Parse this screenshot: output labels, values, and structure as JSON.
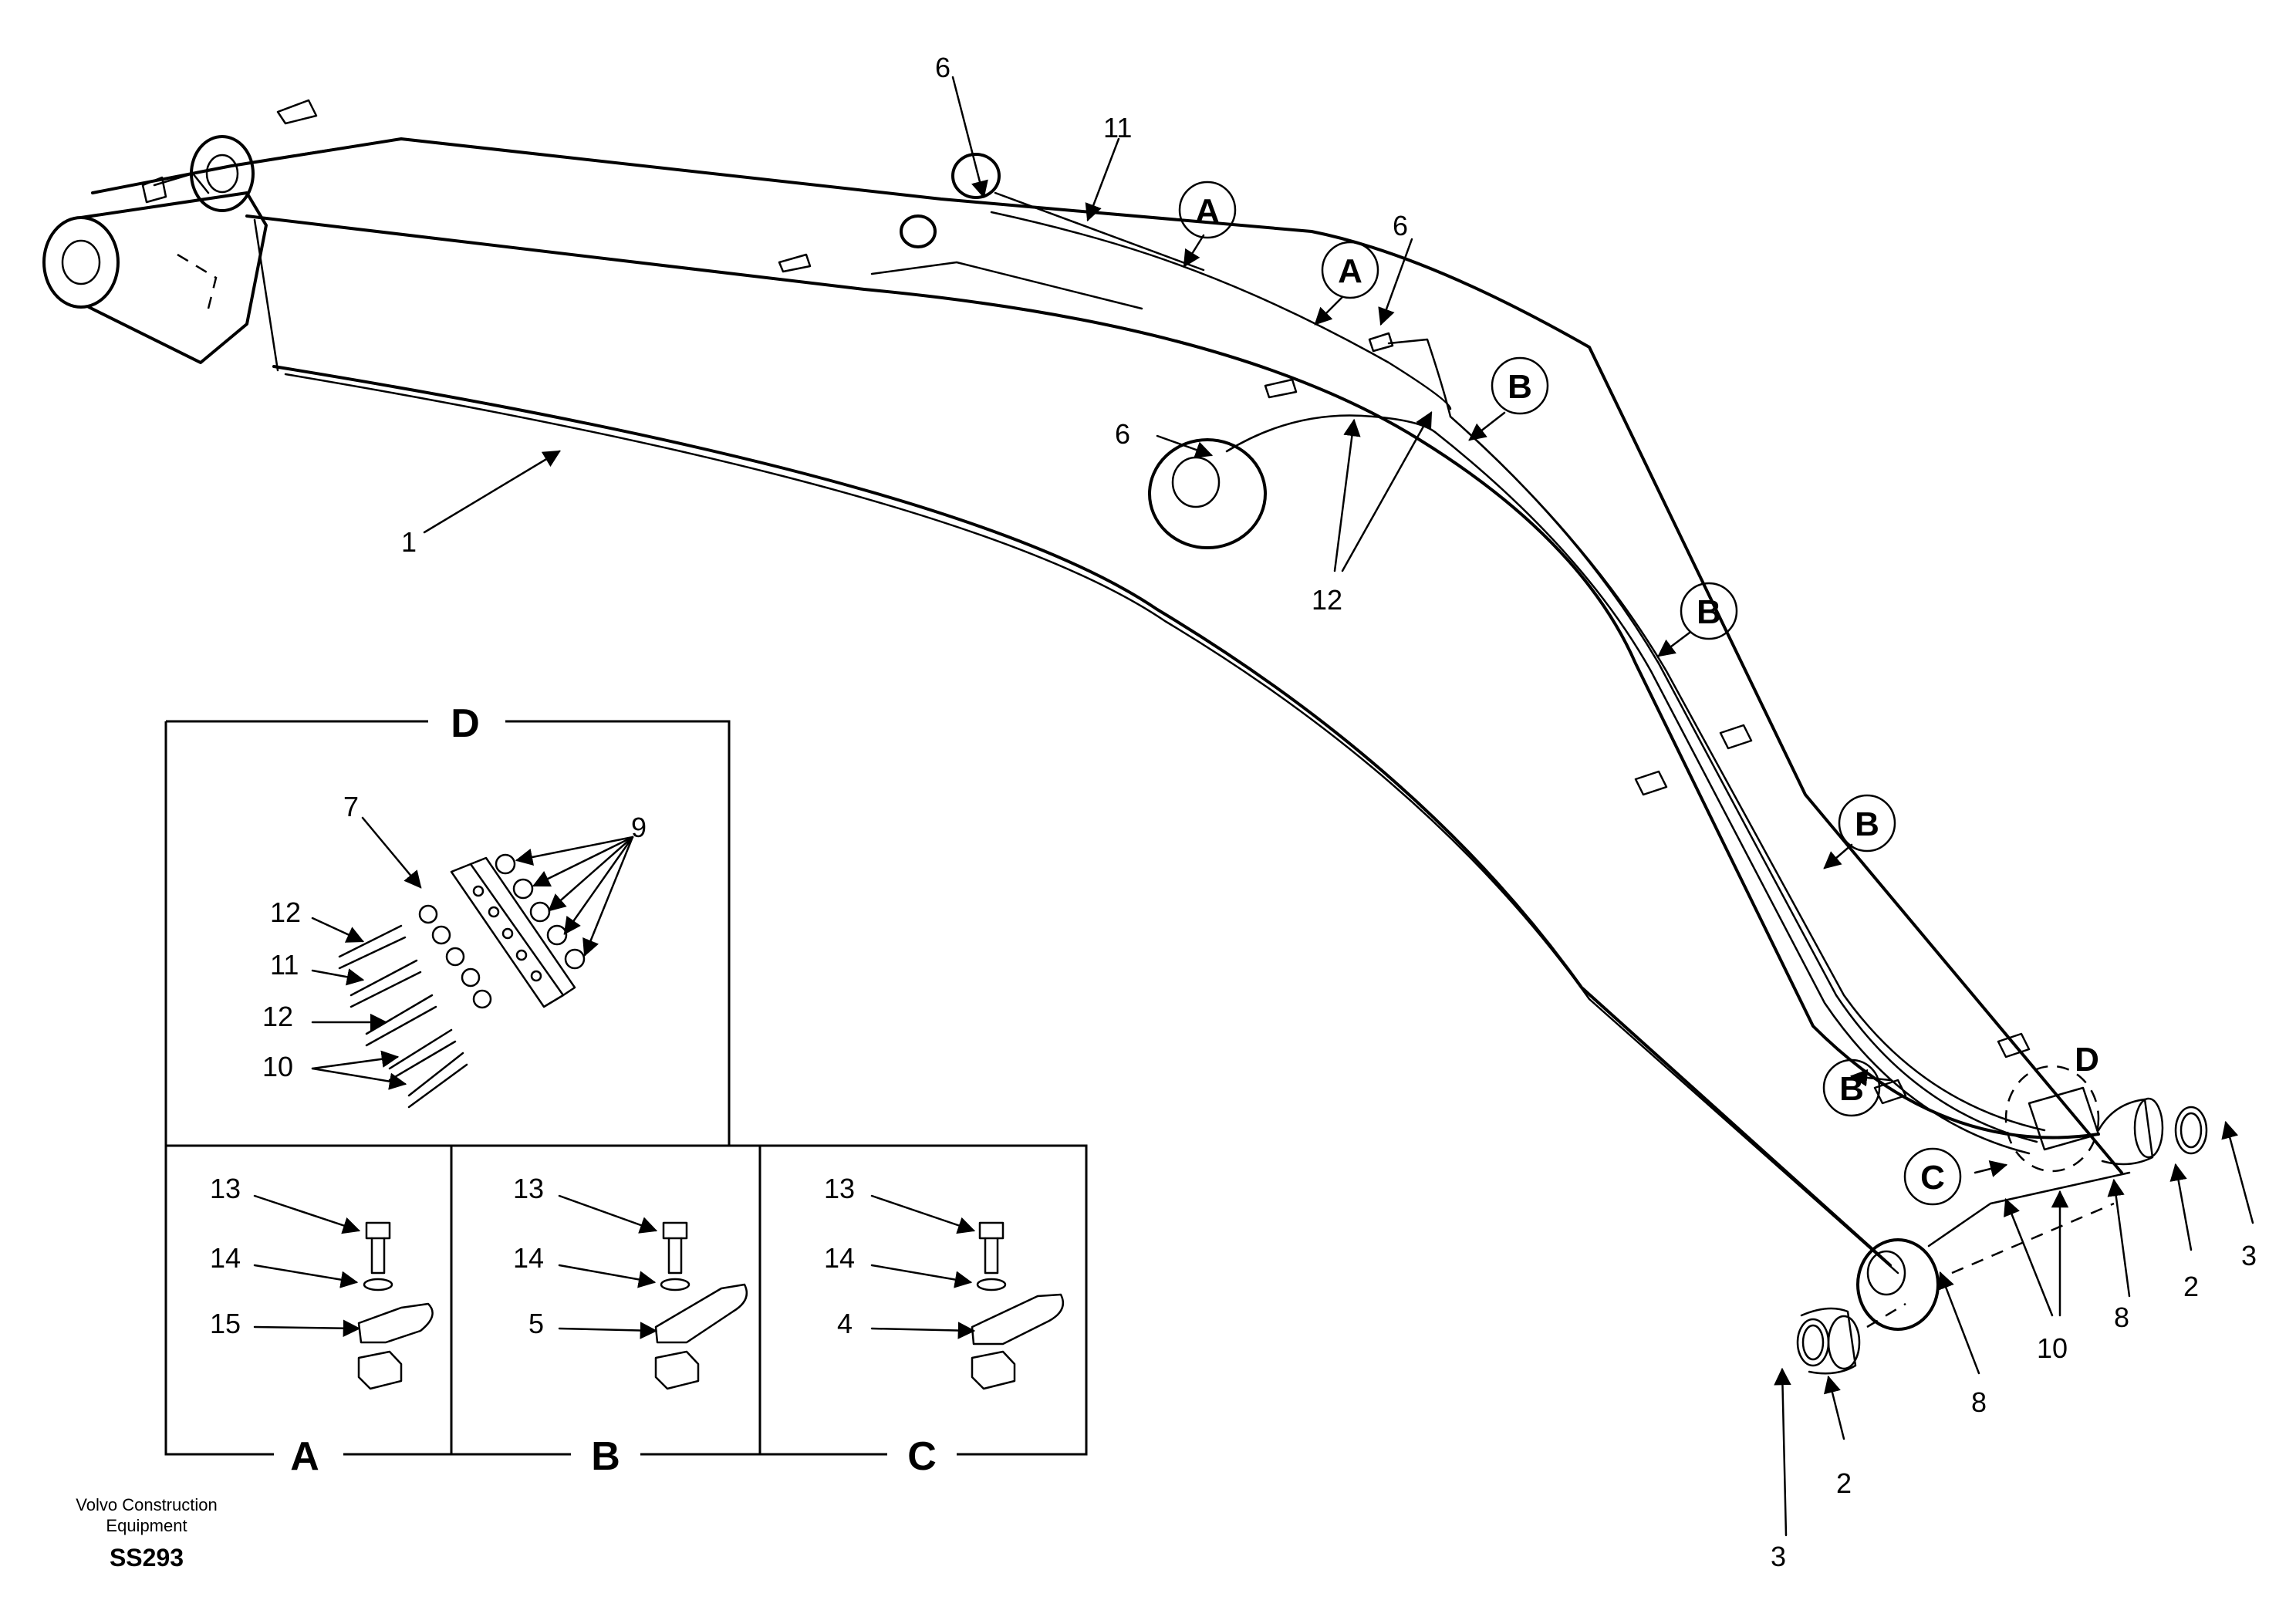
{
  "callouts": {
    "c1": "1",
    "c2a": "2",
    "c2b": "2",
    "c3a": "3",
    "c3b": "3",
    "c6a": "6",
    "c6b": "6",
    "c6c": "6",
    "c8a": "8",
    "c8b": "8",
    "c10": "10",
    "c11": "11",
    "c12": "12"
  },
  "section_markers": {
    "a1": "A",
    "a2": "A",
    "b1": "B",
    "b2": "B",
    "b3": "B",
    "b4": "B",
    "c1": "C",
    "d1": "D"
  },
  "detail_d": {
    "title": "D",
    "labels": {
      "l7": "7",
      "l9": "9",
      "l12a": "12",
      "l11": "11",
      "l12b": "12",
      "l10": "10"
    }
  },
  "detail_a": {
    "title": "A",
    "l13": "13",
    "l14": "14",
    "l15": "15"
  },
  "detail_b": {
    "title": "B",
    "l13": "13",
    "l14": "14",
    "l5": "5"
  },
  "detail_c": {
    "title": "C",
    "l13": "13",
    "l14": "14",
    "l4": "4"
  },
  "footer": {
    "line1": "Volvo Construction",
    "line2": "Equipment",
    "code": "SS293"
  }
}
